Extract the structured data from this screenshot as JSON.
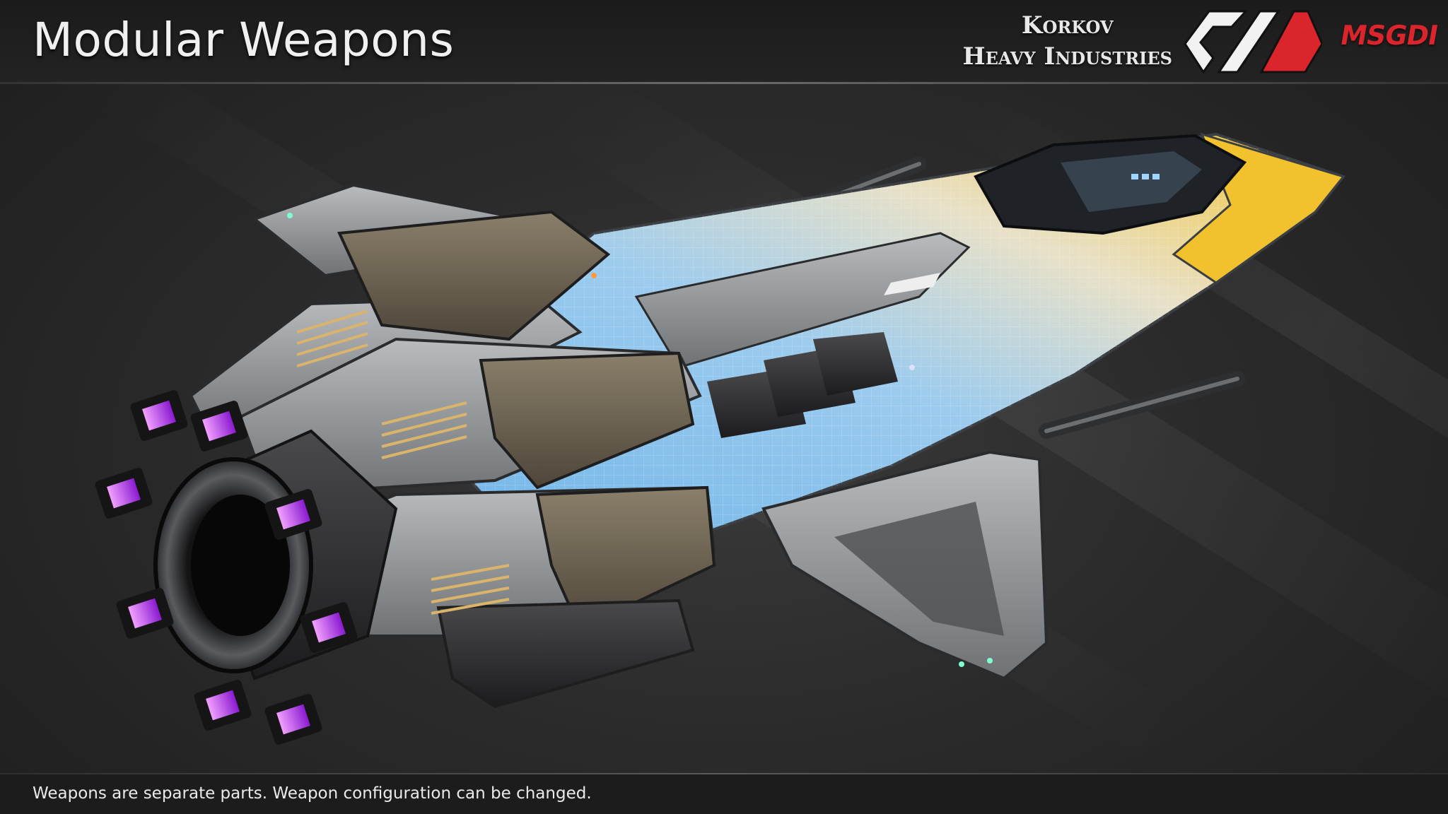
{
  "header": {
    "title": "Modular Weapons",
    "brand_line1": "Korkov",
    "brand_line2": "Heavy Industries",
    "publisher_logo_text": "MSGDI"
  },
  "footer": {
    "caption": "Weapons are separate parts. Weapon configuration can be changed."
  },
  "colors": {
    "background": "#2a2a2a",
    "accent_red": "#d9252b",
    "hull_blue": "#5aa8e0",
    "hull_yellow": "#f2c12e",
    "engine_glow": "#c040ff"
  },
  "image": {
    "subject": "spaceship-render"
  }
}
